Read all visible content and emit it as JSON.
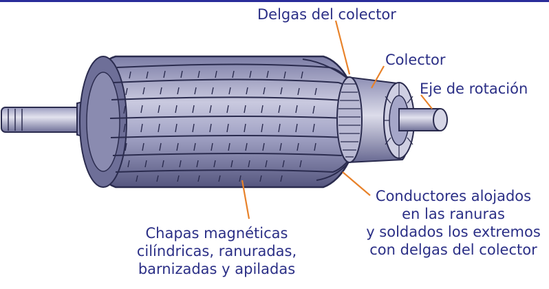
{
  "labels": {
    "delgas": "Delgas del colector",
    "colector": "Colector",
    "eje": "Eje de rotación",
    "conductores": [
      "Conductores alojados",
      "en las ranuras",
      "y soldados los extremos",
      "con delgas del colector"
    ],
    "chapas": [
      "Chapas magnéticas",
      "cilíndricas, ranuradas,",
      "barnizadas y apiladas"
    ]
  },
  "colors": {
    "text": "#2b2f86",
    "leader": "#e8822a",
    "body_light": "#d8d8ea",
    "body_mid": "#8e8fb6",
    "body_dark": "#4a4b78",
    "outline": "#2a2b4e",
    "topbar": "#2a2d9a"
  }
}
